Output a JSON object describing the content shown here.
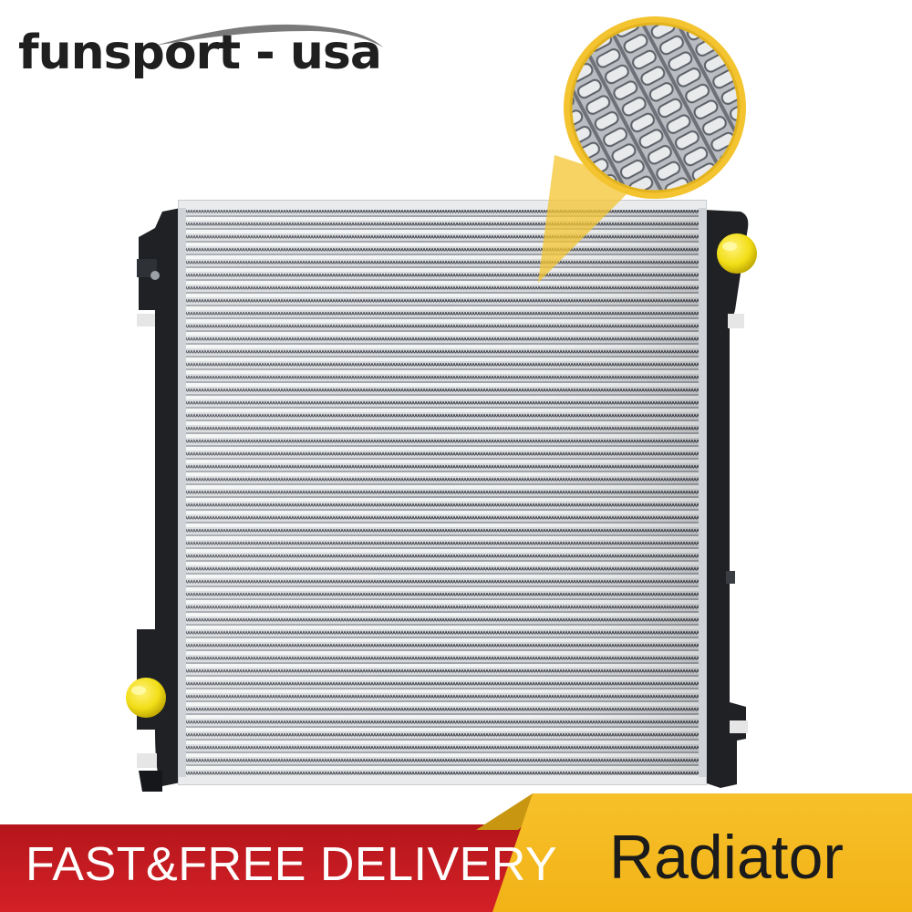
{
  "brand": {
    "logo_text": "funsport - usa"
  },
  "product": {
    "image_alt": "Radiator",
    "detail_zoom": "fin-detail-zoom"
  },
  "banner": {
    "left_text": "FAST&FREE DELIVERY",
    "right_text": "Radiator",
    "colors": {
      "red": "#c81b21",
      "yellow": "#f5b820"
    }
  },
  "icons": [
    "logo-swoosh-icon",
    "radiator-cap-icon",
    "magnifier-callout-icon"
  ]
}
